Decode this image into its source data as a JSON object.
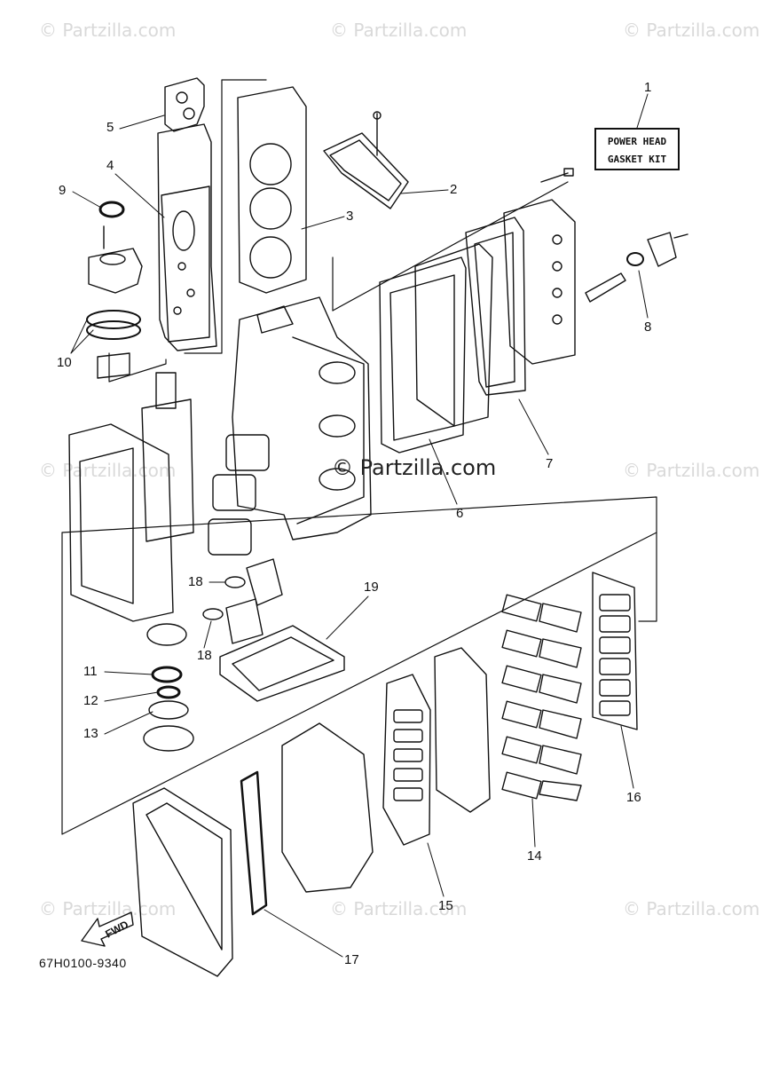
{
  "watermarks": {
    "corner": "© Partzilla.com",
    "center": "© Partzilla.com"
  },
  "kit_label": {
    "line1": "POWER HEAD",
    "line2": "GASKET KIT"
  },
  "figure_code": "67H0100-9340",
  "fwd_label": "FWD",
  "callouts": {
    "c1": "1",
    "c2": "2",
    "c3": "3",
    "c4": "4",
    "c5": "5",
    "c6": "6",
    "c7": "7",
    "c8": "8",
    "c9": "9",
    "c10": "10",
    "c11": "11",
    "c12": "12",
    "c13": "13",
    "c14": "14",
    "c15": "15",
    "c16": "16",
    "c17": "17",
    "c18a": "18",
    "c18b": "18",
    "c19": "19"
  }
}
